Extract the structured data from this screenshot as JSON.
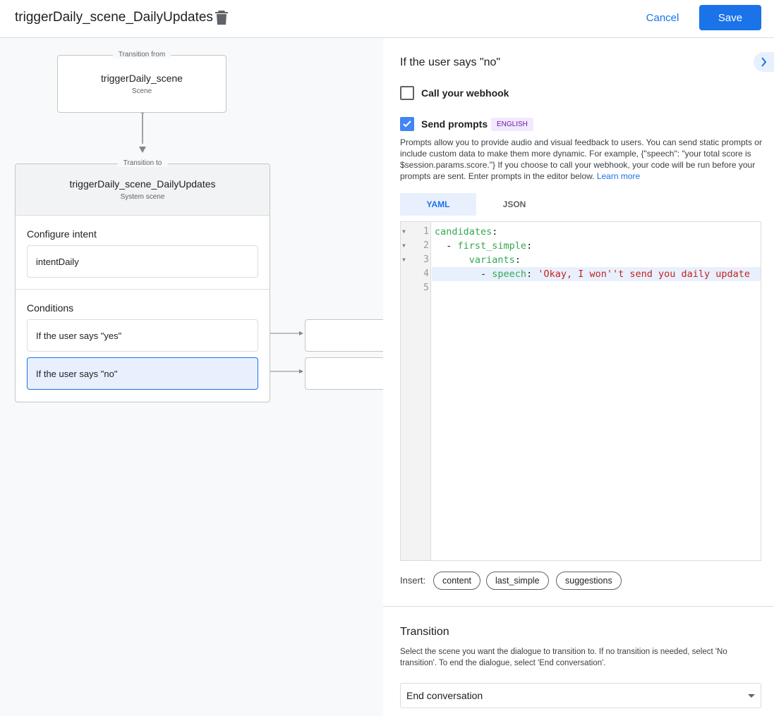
{
  "header": {
    "title": "triggerDaily_scene_DailyUpdates",
    "cancel_label": "Cancel",
    "save_label": "Save"
  },
  "canvas": {
    "from_node": {
      "legend": "Transition from",
      "name": "triggerDaily_scene",
      "type": "Scene"
    },
    "to_node": {
      "legend": "Transition to",
      "name": "triggerDaily_scene_DailyUpdates",
      "type": "System scene"
    },
    "configure_intent": {
      "title": "Configure intent",
      "intent": "intentDaily"
    },
    "conditions": {
      "title": "Conditions",
      "items": [
        {
          "label": "If the user says \"yes\""
        },
        {
          "label": "If the user says \"no\"",
          "selected": true
        }
      ]
    }
  },
  "panel": {
    "title": "If the user says \"no\"",
    "webhook": {
      "label": "Call your webhook",
      "checked": false
    },
    "prompts": {
      "label": "Send prompts",
      "checked": true,
      "badge": "ENGLISH",
      "description": "Prompts allow you to provide audio and visual feedback to users. You can send static prompts or include custom data to make them more dynamic. For example, {\"speech\": \"your total score is $session.params.score.\"} If you choose to call your webhook, your code will be run before your prompts are sent. Enter prompts in the editor below.",
      "learn_more": "Learn more"
    },
    "tabs": [
      {
        "label": "YAML",
        "active": true
      },
      {
        "label": "JSON",
        "active": false
      }
    ],
    "editor": {
      "lines": [
        {
          "num": "1",
          "indent": "",
          "key": "candidates",
          "sep": ":",
          "value": ""
        },
        {
          "num": "2",
          "indent": "  - ",
          "key": "first_simple",
          "sep": ":",
          "value": ""
        },
        {
          "num": "3",
          "indent": "      ",
          "key": "variants",
          "sep": ":",
          "value": ""
        },
        {
          "num": "4",
          "indent": "        - ",
          "key": "speech",
          "sep": ": ",
          "value": "'Okay, I won''t send you daily update"
        },
        {
          "num": "5",
          "indent": "",
          "key": "",
          "sep": "",
          "value": ""
        }
      ]
    },
    "insert": {
      "label": "Insert:",
      "chips": [
        "content",
        "last_simple",
        "suggestions"
      ]
    },
    "transition": {
      "title": "Transition",
      "description": "Select the scene you want the dialogue to transition to. If no transition is needed, select 'No transition'. To end the dialogue, select 'End conversation'.",
      "selected": "End conversation"
    }
  },
  "colors": {
    "accent": "#1a73e8",
    "selected_bg": "#e8f0fe",
    "yaml_key": "#34a853",
    "yaml_string": "#c5221f"
  }
}
